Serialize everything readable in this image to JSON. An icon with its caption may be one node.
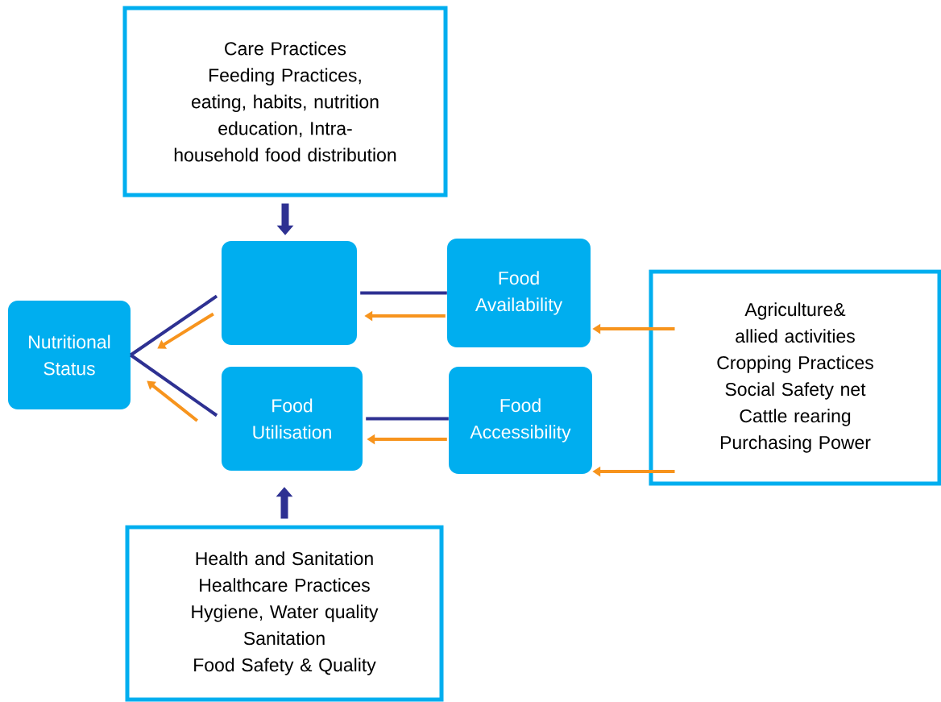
{
  "diagram": {
    "nodes": [
      {
        "text": [
          "Care Practices",
          "Feeding Practices, eating, habits, nutrition education, Intra-household food distribution"
        ]
      },
      {
        "text": [
          "Nutritional Status"
        ]
      },
      {
        "text": [],
        "shape": "box"
      },
      {
        "text": [
          "Food Availability"
        ]
      },
      {
        "text": [
          "Food Utilisation"
        ]
      },
      {
        "text": [
          "Food Accessibility"
        ]
      },
      {
        "text": [
          "Agriculture& allied activities",
          "Cropping Practices",
          "Social Safety net",
          "Cattle rearing",
          "Purchasing Power"
        ]
      },
      {
        "text": [
          "Health and Sanitation",
          "Healthcare Practices",
          "Hygiene, Water quality",
          "Sanitation",
          "Food Safety & Quality"
        ]
      }
    ],
    "edges": [
      {
        "from": 0,
        "to": 2,
        "arrow": "to",
        "style": "thick",
        "color": "#2e3192"
      },
      {
        "from": 7,
        "to": 4,
        "arrow": "to",
        "style": "thick",
        "color": "#2e3192"
      },
      {
        "from": 1,
        "to": 2,
        "arrow": "none",
        "color": "#2e3192"
      },
      {
        "from": 1,
        "to": 4,
        "arrow": "none",
        "color": "#2e3192"
      },
      {
        "from": 2,
        "to": 1,
        "arrow": "to",
        "color": "#f7941d"
      },
      {
        "from": 4,
        "to": 1,
        "arrow": "to",
        "color": "#f7941d"
      },
      {
        "from": 2,
        "to": 3,
        "arrow": "none",
        "color": "#2e3192"
      },
      {
        "from": 3,
        "to": 2,
        "arrow": "to",
        "color": "#f7941d"
      },
      {
        "from": 4,
        "to": 5,
        "arrow": "none",
        "color": "#2e3192"
      },
      {
        "from": 5,
        "to": 4,
        "arrow": "to",
        "color": "#f7941d"
      },
      {
        "from": 6,
        "to": 3,
        "arrow": "to",
        "color": "#f7941d"
      },
      {
        "from": 6,
        "to": 5,
        "arrow": "to",
        "color": "#f7941d"
      }
    ]
  }
}
